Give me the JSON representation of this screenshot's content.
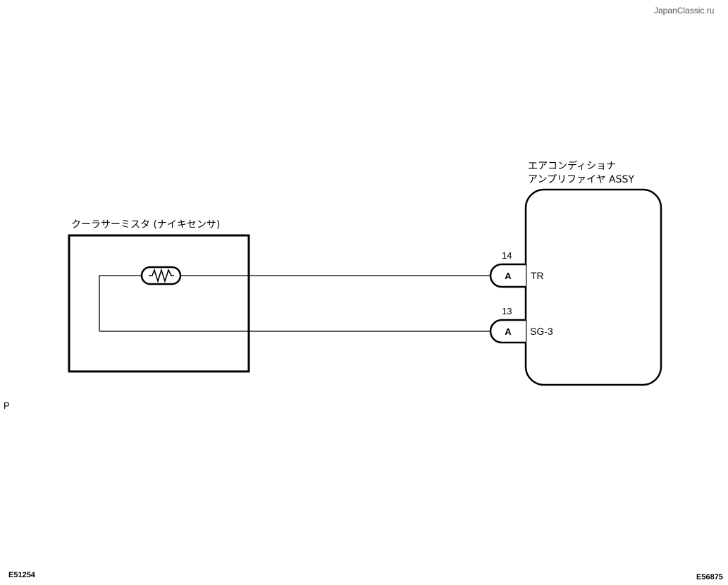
{
  "watermark": "JapanClassic.ru",
  "sensor": {
    "title": "クーラサーミスタ (ナイキセンサ)"
  },
  "amplifier": {
    "title_line1": "エアコンディショナ",
    "title_line2": "アンプリファイヤ ASSY",
    "pins": [
      {
        "number": "14",
        "connector": "A",
        "terminal": "TR"
      },
      {
        "number": "13",
        "connector": "A",
        "terminal": "SG-3"
      }
    ]
  },
  "side_label": "P",
  "codes": {
    "left": "E51254",
    "right": "E56875"
  }
}
